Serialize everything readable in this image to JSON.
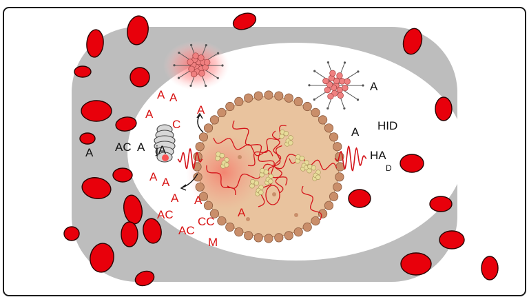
{
  "colors": {
    "frame_stroke": "#1a1a1a",
    "tissue_gray": "#bdbdbd",
    "lumen_white": "#ffffff",
    "blood_cell_red": "#e8000b",
    "label_red": "#d81414",
    "label_black": "#111111",
    "particle_fill": "#e9c39e",
    "particle_bead": "#c98e6a",
    "wave_red": "#d4141a",
    "fiber_yellow": "#e7dc9a"
  },
  "icons": {
    "red_blood_cell": "ellipse-icon",
    "nanoparticle_large": "bead-sphere-icon",
    "nanoparticle_small": "molecule-cluster-icon",
    "coil": "coiled-fiber-icon",
    "wave": "sine-wave-icon",
    "arrow": "curved-arrow-icon"
  },
  "labels": {
    "red": [
      "A",
      "A",
      "A",
      "A",
      "C",
      "A",
      "A",
      "A",
      "A",
      "AC",
      "CC",
      "AC",
      "M",
      "A"
    ],
    "black": [
      "A",
      "AC",
      "A",
      "jA",
      "A",
      "A",
      "HID",
      "HA",
      "D"
    ]
  }
}
